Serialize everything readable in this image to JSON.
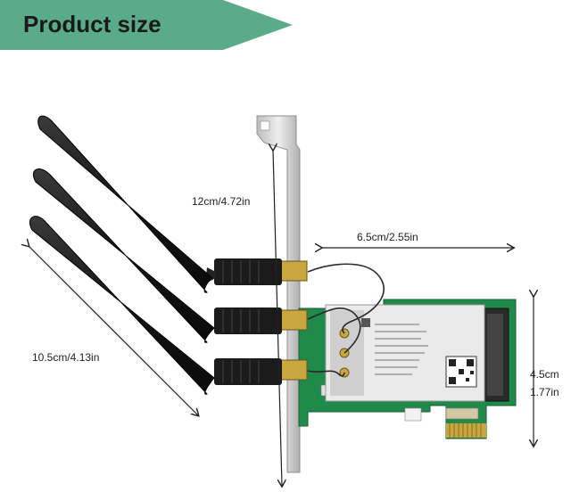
{
  "banner": {
    "title": "Product size",
    "background_color": "#5aab8a"
  },
  "dimensions": {
    "bracket_height": "12cm/4.72in",
    "card_width": "6.5cm/2.55in",
    "antenna_length": "10.5cm/4.13in",
    "card_height_cm": "4.5cm",
    "card_height_in": "1.77in"
  },
  "colors": {
    "pcb_green": "#1f8a4a",
    "antenna_black": "#1b1b1b",
    "gold_connector": "#c9a640",
    "bracket_silver": "#d8d8d8"
  }
}
